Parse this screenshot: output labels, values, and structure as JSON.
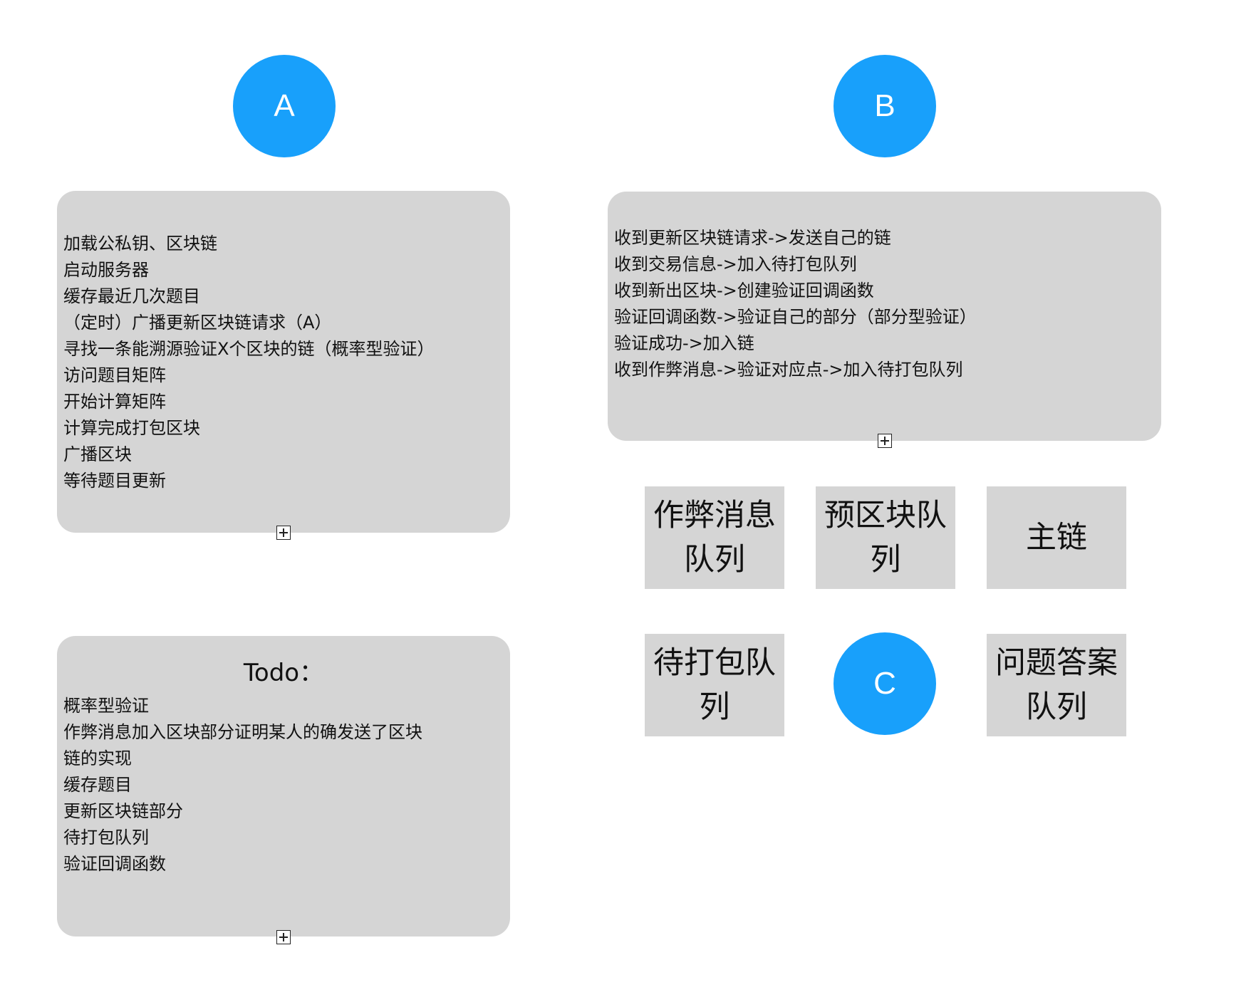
{
  "nodes": {
    "a": "A",
    "b": "B",
    "c": "C"
  },
  "box_a": {
    "lines": [
      "加载公私钥、区块链",
      "启动服务器",
      "缓存最近几次题目",
      "（定时）广播更新区块链请求（A）",
      "寻找一条能溯源验证X个区块的链（概率型验证）",
      "访问题目矩阵",
      "开始计算矩阵",
      "计算完成打包区块",
      "广播区块",
      "等待题目更新"
    ]
  },
  "box_b": {
    "lines": [
      "收到更新区块链请求->发送自己的链",
      "收到交易信息->加入待打包队列",
      "收到新出区块->创建验证回调函数",
      "验证回调函数->验证自己的部分（部分型验证）",
      "验证成功->加入链",
      "收到作弊消息->验证对应点->加入待打包队列"
    ]
  },
  "todo": {
    "title": "Todo：",
    "lines": [
      "概率型验证",
      "作弊消息加入区块部分证明某人的确发送了区块",
      "链的实现",
      "缓存题目",
      "更新区块链部分",
      "待打包队列",
      "验证回调函数"
    ]
  },
  "queues": {
    "cheat": "作弊消息队列",
    "pre_block": "预区块队列",
    "main_chain": "主链",
    "pending": "待打包队列",
    "answers": "问题答案队列"
  },
  "colors": {
    "circle": "#18a0fb",
    "box": "#d5d5d5",
    "text": "#111111"
  }
}
